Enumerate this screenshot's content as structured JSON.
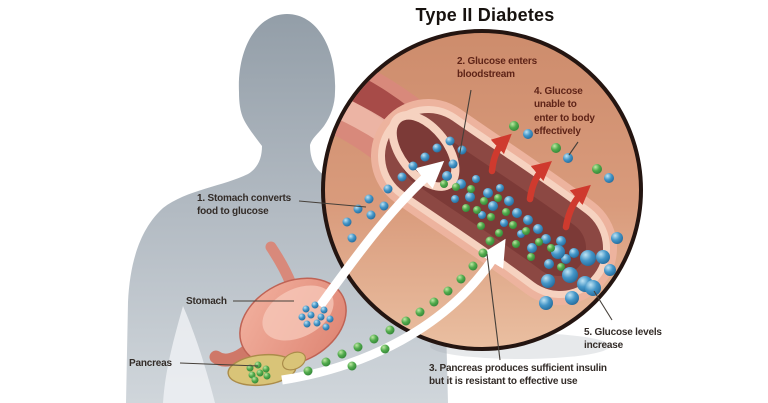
{
  "title": "Type II Diabetes",
  "annotations": {
    "step1": "1. Stomach converts\nfood to glucose",
    "step2": "2. Glucose enters\nbloodstream",
    "step3": "3. Pancreas produces sufficient insulin\nbut it is resistant to effective use",
    "step4": "4. Glucose\nunable to\nenter to body\neffectively",
    "step5": "5. Glucose levels\nincrease",
    "organ_stomach": "Stomach",
    "organ_pancreas": "Pancreas"
  },
  "colors": {
    "glucose_blue": "#2e7fb5",
    "insulin_green": "#3f9c42",
    "arrow_red": "#cf3a2e",
    "label_maroon": "#5f2418",
    "label_dark": "#332c28",
    "circle_skin_tan": "#d39173",
    "vessel_interior_maroon": "#8c4843",
    "vessel_wall_pink": "#edb39e",
    "silhouette_gray": "#9ba6af"
  }
}
